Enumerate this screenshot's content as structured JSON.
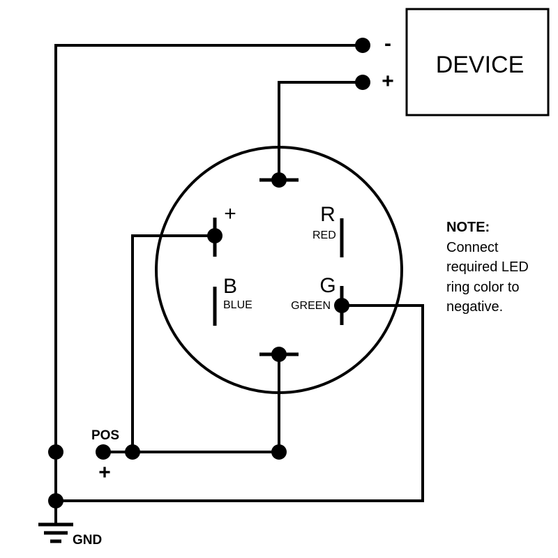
{
  "device": {
    "label": "DEVICE",
    "neg_symbol": "-",
    "pos_symbol": "+"
  },
  "switch": {
    "plus_symbol": "+",
    "red_letter": "R",
    "red_name": "RED",
    "blue_letter": "B",
    "blue_name": "BLUE",
    "green_letter": "G",
    "green_name": "GREEN"
  },
  "supply": {
    "pos_label": "POS",
    "pos_symbol": "+",
    "gnd_label": "GND"
  },
  "note": {
    "title": "NOTE:",
    "lines": [
      "Connect",
      "required LED",
      "ring color to",
      "negative."
    ]
  }
}
